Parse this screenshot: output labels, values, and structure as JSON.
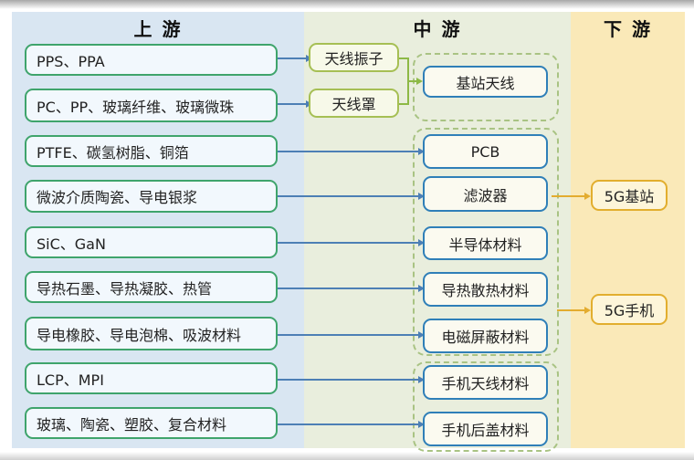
{
  "headers": {
    "upstream": "上 游",
    "midstream": "中 游",
    "downstream": "下 游"
  },
  "upstream_items": [
    "PPS、PPA",
    "PC、PP、玻璃纤维、玻璃微珠",
    "PTFE、碳氢树脂、铜箔",
    "微波介质陶瓷、导电银浆",
    "SiC、GaN",
    "导热石墨、导热凝胶、热管",
    "导电橡胶、导电泡棉、吸波材料",
    "LCP、MPI",
    "玻璃、陶瓷、塑胶、复合材料"
  ],
  "midstream_components": [
    "天线振子",
    "天线罩"
  ],
  "midstream_products": [
    "基站天线",
    "PCB",
    "滤波器",
    "半导体材料",
    "导热散热材料",
    "电磁屏蔽材料",
    "手机天线材料",
    "手机后盖材料"
  ],
  "downstream_items": [
    "5G基站",
    "5G手机"
  ],
  "colors": {
    "upstream_column_bg": "#d9e6f2",
    "midstream_column_bg": "#e9eedd",
    "downstream_column_bg": "#fae9b8",
    "upstream_box_border": "#3fa46c",
    "component_box_border": "#a6bf54",
    "product_box_border": "#2f7fb8",
    "downstream_box_border": "#e2ae2e",
    "blue_arrow": "#4d7fb5",
    "green_arrow": "#8db946",
    "yellow_arrow": "#e3ac2f",
    "dashed_group_border": "#a9c383"
  }
}
